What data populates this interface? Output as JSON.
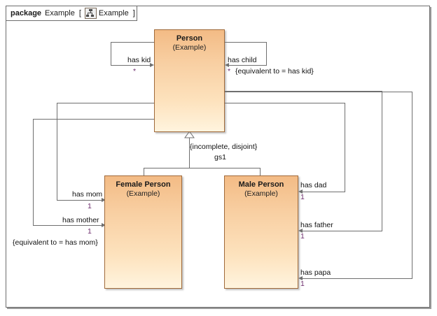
{
  "frame": {
    "keyword": "package",
    "name": "Example",
    "bracket_open": "[",
    "icon": "package-diagram-icon",
    "diagram_name": "Example",
    "bracket_close": "]"
  },
  "classes": [
    {
      "id": "person",
      "name": "Person",
      "qualifier": "(Example)"
    },
    {
      "id": "female_person",
      "name": "Female Person",
      "qualifier": "(Example)"
    },
    {
      "id": "male_person",
      "name": "Male Person",
      "qualifier": "(Example)"
    }
  ],
  "generalization": {
    "constraint": "{incomplete, disjoint}",
    "set_name": "gs1",
    "general": "Person",
    "specifics": [
      "Female Person",
      "Male Person"
    ]
  },
  "associations": [
    {
      "id": "has_kid",
      "label": "has kid",
      "multiplicity": "*",
      "constraint": "",
      "source": "Person",
      "target": "Person"
    },
    {
      "id": "has_child",
      "label": "has child",
      "multiplicity": "*",
      "constraint": "{equivalent to = has kid}",
      "source": "Person",
      "target": "Person"
    },
    {
      "id": "has_mom",
      "label": "has mom",
      "multiplicity": "1",
      "constraint": "",
      "source": "Person",
      "target": "Female Person"
    },
    {
      "id": "has_mother",
      "label": "has mother",
      "multiplicity": "1",
      "constraint": "{equivalent to = has mom}",
      "source": "Person",
      "target": "Female Person"
    },
    {
      "id": "has_dad",
      "label": "has dad",
      "multiplicity": "1",
      "constraint": "",
      "source": "Person",
      "target": "Male Person"
    },
    {
      "id": "has_father",
      "label": "has father",
      "multiplicity": "1",
      "constraint": "",
      "source": "Person",
      "target": "Male Person"
    },
    {
      "id": "has_papa",
      "label": "has papa",
      "multiplicity": "1",
      "constraint": "",
      "source": "Person",
      "target": "Male Person"
    }
  ],
  "colors": {
    "class_fill_top": "#f3bb85",
    "class_fill_bottom": "#fff4de",
    "class_border": "#a06a3a",
    "line": "#6f6f6f",
    "frame_border": "#6d6d6d",
    "multiplicity_text": "#6b2a6b",
    "canvas": "#ffffff"
  }
}
